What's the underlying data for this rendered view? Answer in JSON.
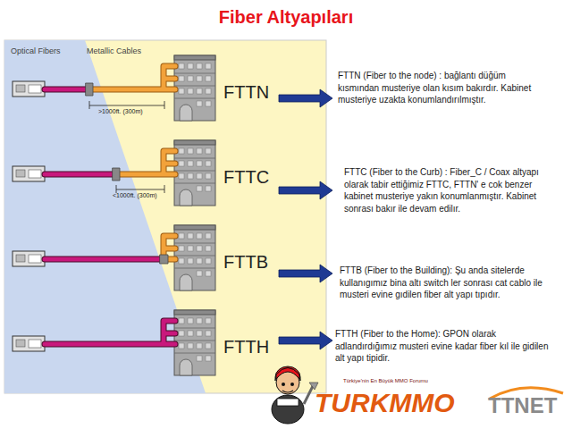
{
  "diagram": {
    "title": "Fiber Altyapıları",
    "labels": [
      "Optical Fibers",
      "Metallic Cables",
      ">1000ft. (300m)",
      "FTTN",
      "<1000ft. (300m)",
      "FTTC",
      "FTTB",
      "FTTH",
      "FTTN (Fiber to the node) : bağlantı düğüm kısmından musteriye olan kısım bakırdır. Kabinet musteriye uzakta konumlandırılmıştır.",
      "FTTC (Fiber to the Curb) : Fiber_C / Coax altyapı olarak tabir ettiğimiz FTTC, FTTN' e cok benzer kabinet musteriye yakın konumlanmıştır. Kabinet sonrası bakır ile devam edilır.",
      "FTTB (Fiber to the Building): Şu anda sitelerde kullanıgımız bina altı switch ler sonrası cat cablo ile musteri evine gıdilen fiber alt yapı tıpıdır.",
      "FTTH (Fiber to the Home): GPON olarak adlandırdığımız musteri evine kadar fiber kıl ile gidilen alt yapı tipidir.",
      "Türkiye'nin En Büyük MMO Forumu",
      "TURKMMO",
      "TTNET"
    ]
  }
}
